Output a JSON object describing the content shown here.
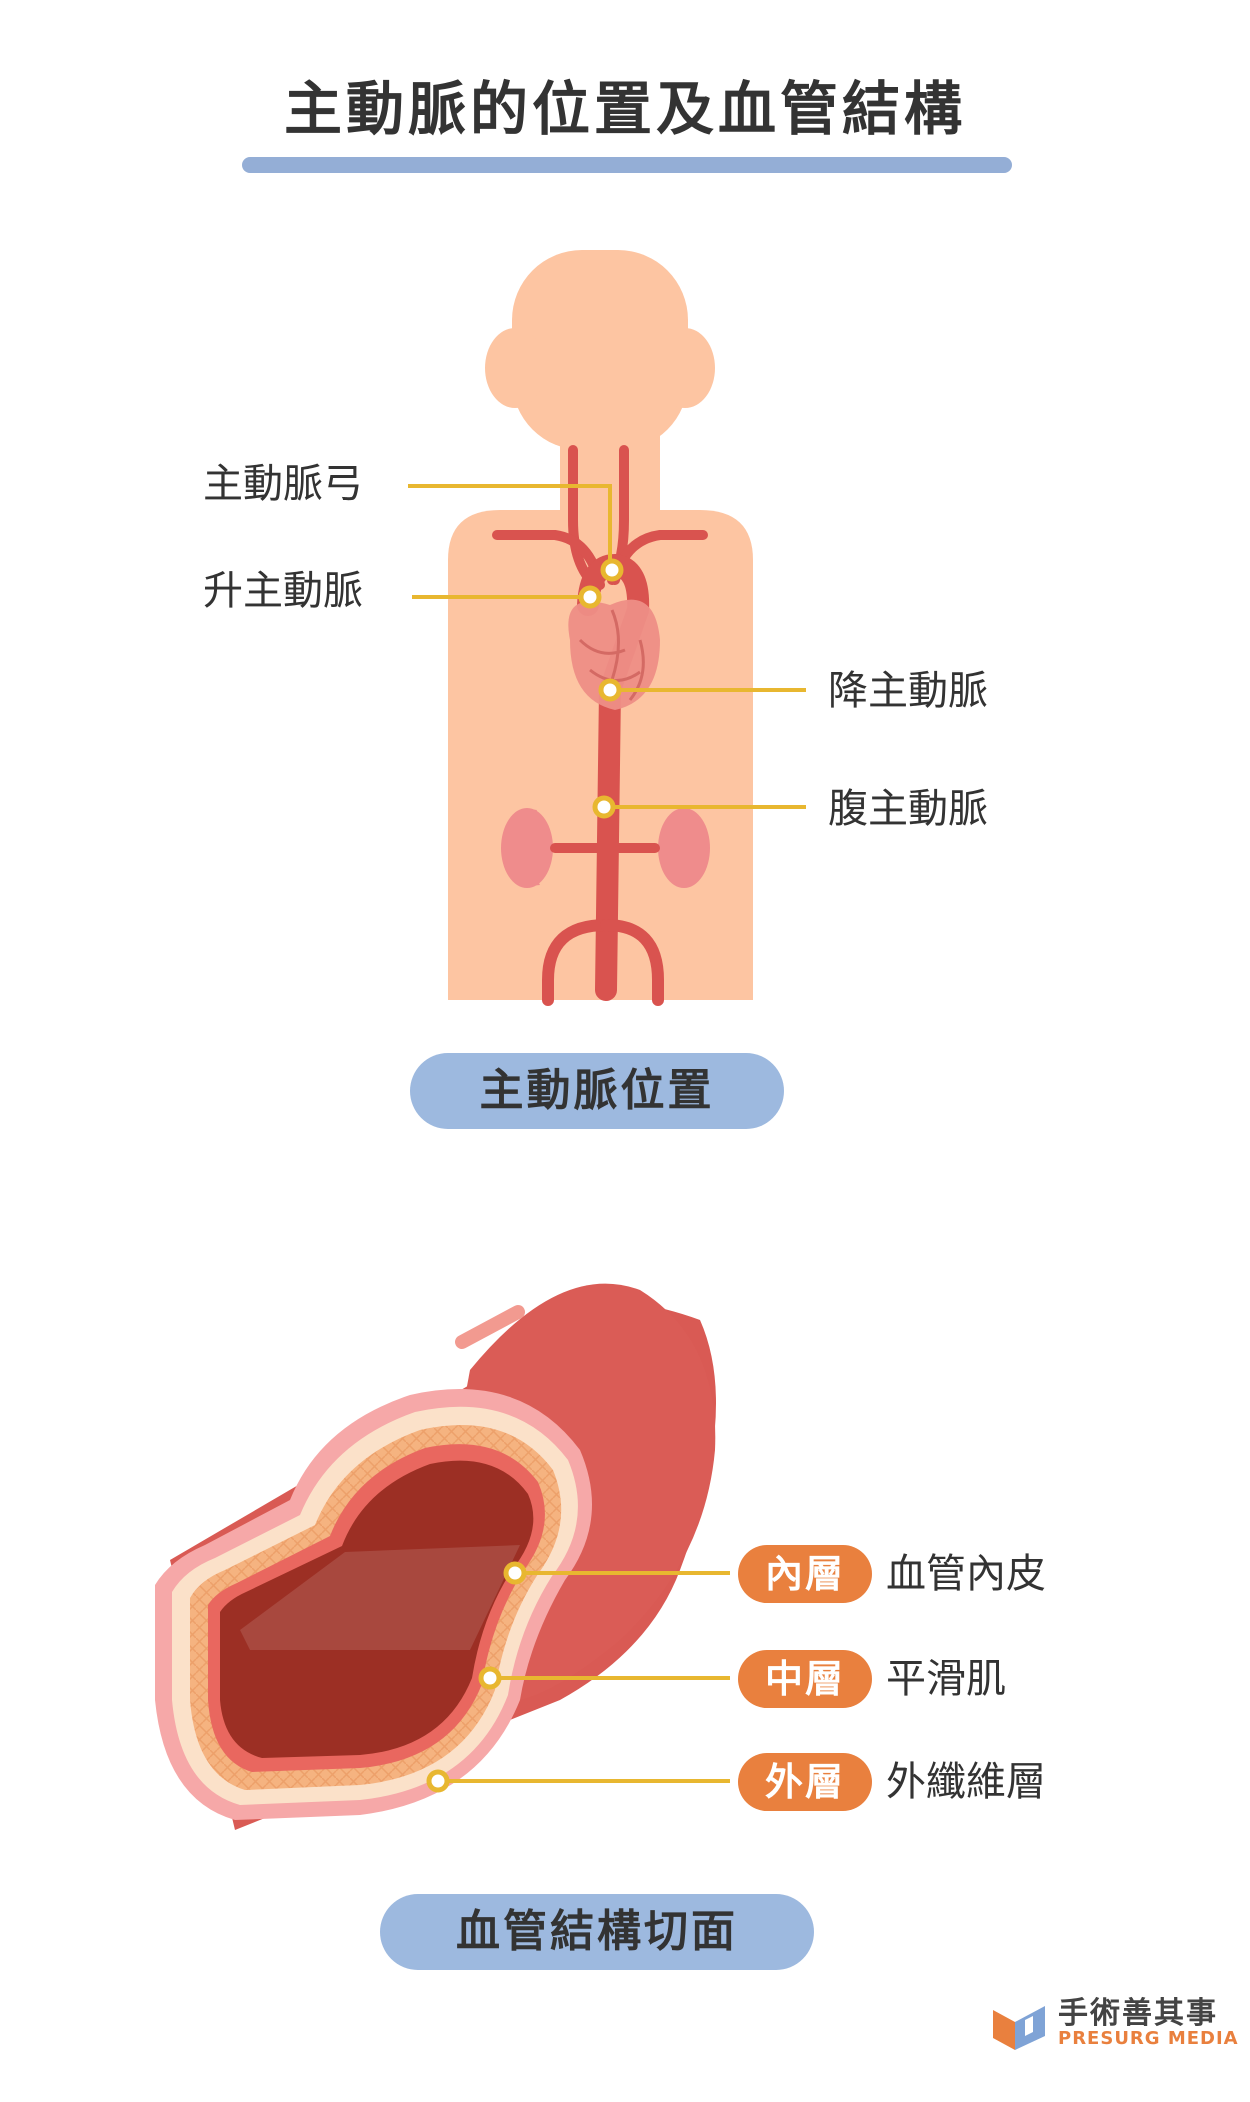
{
  "title": "主動脈的位置及血管結構",
  "section1": {
    "caption": "主動脈位置",
    "labels": {
      "arch": "主動脈弓",
      "ascending": "升主動脈",
      "descending": "降主動脈",
      "abdominal": "腹主動脈"
    }
  },
  "section2": {
    "caption": "血管結構切面",
    "layers": [
      {
        "tag": "內層",
        "name": "血管內皮"
      },
      {
        "tag": "中層",
        "name": "平滑肌"
      },
      {
        "tag": "外層",
        "name": "外纖維層"
      }
    ]
  },
  "brand": {
    "name_cn": "手術善其事",
    "name_en": "PRESURG MEDIA"
  },
  "colors": {
    "title_bar": "#94aed6",
    "pill": "#9db9df",
    "tag": "#e9803e",
    "skin": "#fdc5a2",
    "artery": "#d9534f",
    "leader": "#e8b730"
  }
}
